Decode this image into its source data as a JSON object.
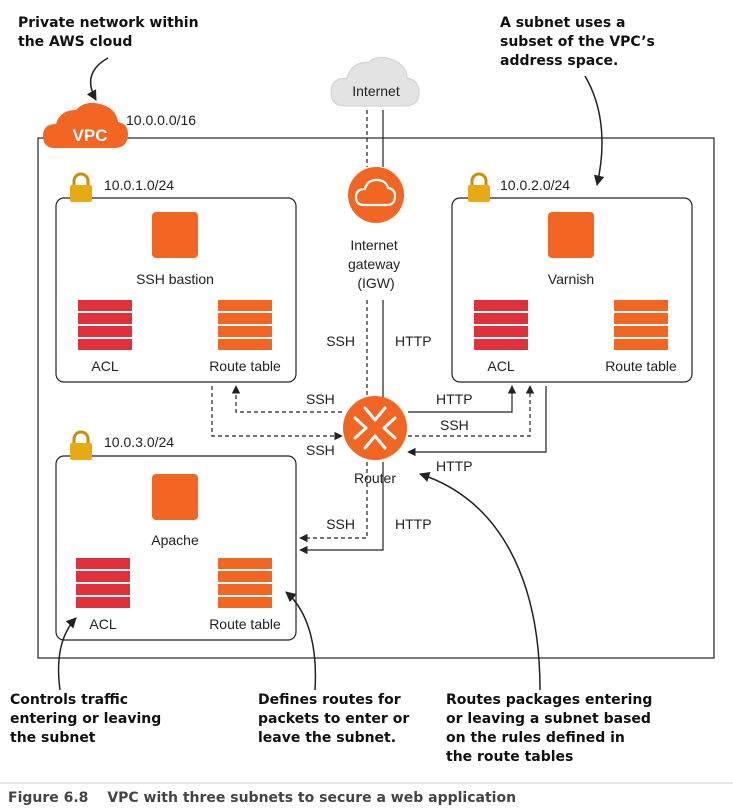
{
  "annotations": {
    "private_network": [
      "Private network within",
      "the AWS cloud"
    ],
    "subnet_uses": [
      "A subnet uses a",
      "subset of the VPC’s",
      "address space."
    ],
    "controls_traffic": [
      "Controls traffic",
      "entering or leaving",
      "the subnet"
    ],
    "defines_routes": [
      "Defines routes for",
      "packets to enter or",
      "leave the subnet."
    ],
    "routes_packages": [
      "Routes packages entering",
      "or leaving a subnet based",
      "on the rules defined in",
      "the route tables"
    ]
  },
  "vpc": {
    "badge": "VPC",
    "cidr": "10.0.0.0/16"
  },
  "internet": {
    "label": "Internet"
  },
  "igw": {
    "label": [
      "Internet",
      "gateway",
      "(IGW)"
    ]
  },
  "router": {
    "label": "Router"
  },
  "subnets": {
    "bastion": {
      "cidr": "10.0.1.0/24",
      "instance": "SSH bastion",
      "acl": "ACL",
      "route_table": "Route table"
    },
    "varnish": {
      "cidr": "10.0.2.0/24",
      "instance": "Varnish",
      "acl": "ACL",
      "route_table": "Route table"
    },
    "apache": {
      "cidr": "10.0.3.0/24",
      "instance": "Apache",
      "acl": "ACL",
      "route_table": "Route table"
    }
  },
  "flows": {
    "igw_ssh": "SSH",
    "igw_http": "HTTP",
    "bastion_ssh_in": "SSH",
    "bastion_ssh_out": "SSH",
    "varnish_http_in": "HTTP",
    "varnish_ssh": "SSH",
    "varnish_http_out": "HTTP",
    "apache_ssh": "SSH",
    "apache_http": "HTTP"
  },
  "caption": {
    "number": "Figure 6.8",
    "text": "VPC with three subnets to secure a web application"
  },
  "colors": {
    "orange": "#f26522",
    "red": "#e0313a",
    "lock": "#e8a912",
    "line": "#222222"
  }
}
